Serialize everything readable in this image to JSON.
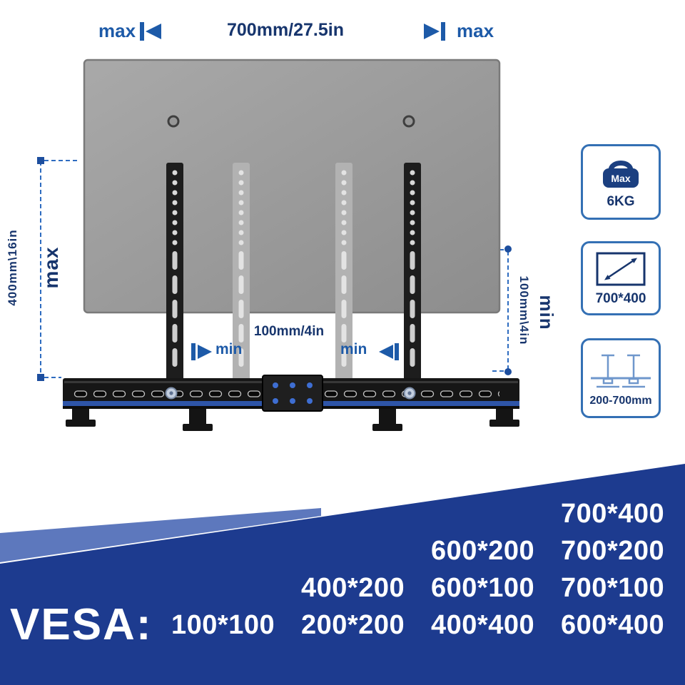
{
  "top": {
    "max_left": "max",
    "width_label": "700mm/27.5in",
    "max_right": "max"
  },
  "dimensions": {
    "height_max_value": "400mm\\16in",
    "height_max_label": "max",
    "height_min_value": "100mm\\4in",
    "height_min_label": "min",
    "center_min_value": "100mm/4in",
    "center_min_left": "min",
    "center_min_right": "min"
  },
  "spec_cards": {
    "weight": {
      "icon_text": "Max",
      "value": "6KG"
    },
    "screen_size": {
      "value": "700*400"
    },
    "width_range": {
      "value": "200-700mm"
    }
  },
  "vesa": {
    "title": "VESA:",
    "rows": [
      [
        "700*400"
      ],
      [
        "600*200",
        "700*200"
      ],
      [
        "400*200",
        "600*100",
        "700*100"
      ],
      [
        "100*100",
        "200*200",
        "400*400",
        "600*400"
      ]
    ]
  },
  "colors": {
    "navy": "#17356d",
    "accent_blue": "#1d5aa8",
    "banner_blue": "#1d3b8f",
    "banner_light_blue": "#5d78bd"
  }
}
